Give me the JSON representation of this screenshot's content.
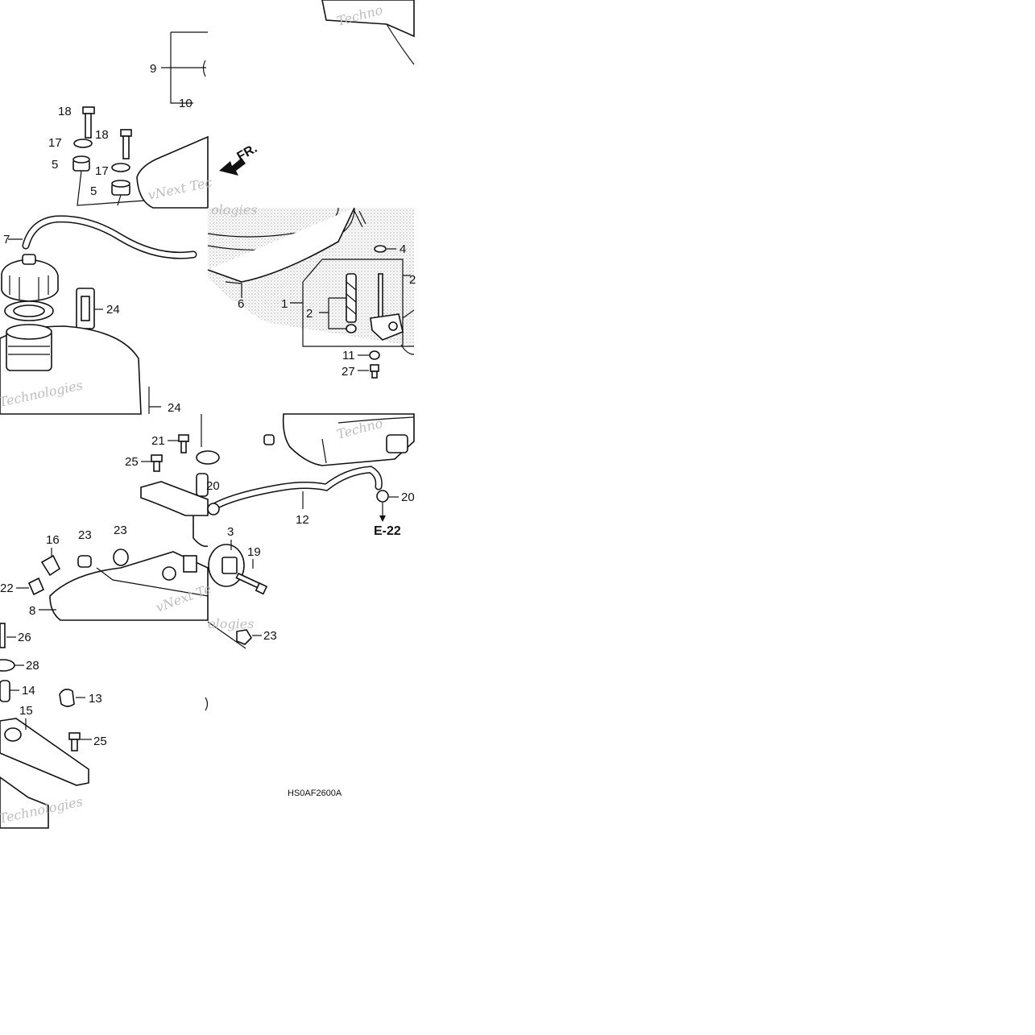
{
  "labels": {
    "l1": "1",
    "l2": "2",
    "l3": "3",
    "l4": "4",
    "l5a": "5",
    "l5b": "5",
    "l6": "6",
    "l7": "7",
    "l8": "8",
    "l9": "9",
    "l10": "10",
    "l11": "11",
    "l12": "12",
    "l13": "13",
    "l14": "14",
    "l15": "15",
    "l16": "16",
    "l17a": "17",
    "l17b": "17",
    "l18a": "18",
    "l18b": "18",
    "l19": "19",
    "l20a": "20",
    "l20b": "20",
    "l21": "21",
    "l22": "22",
    "l23a": "23",
    "l23b": "23",
    "l23c": "23",
    "l24a": "24",
    "l24b": "24",
    "l25a": "25",
    "l25b": "25",
    "l26": "26",
    "l27": "27",
    "l28": "28"
  },
  "direction_label": "FR.",
  "reference_label": "E-22",
  "diagram_code": "HS0AF2600A",
  "watermark": {
    "text_a": "vNext Tec",
    "text_b": "Technologies",
    "text_c": "Techno",
    "text_d": "vNext Te",
    "text_e": "ologies"
  }
}
